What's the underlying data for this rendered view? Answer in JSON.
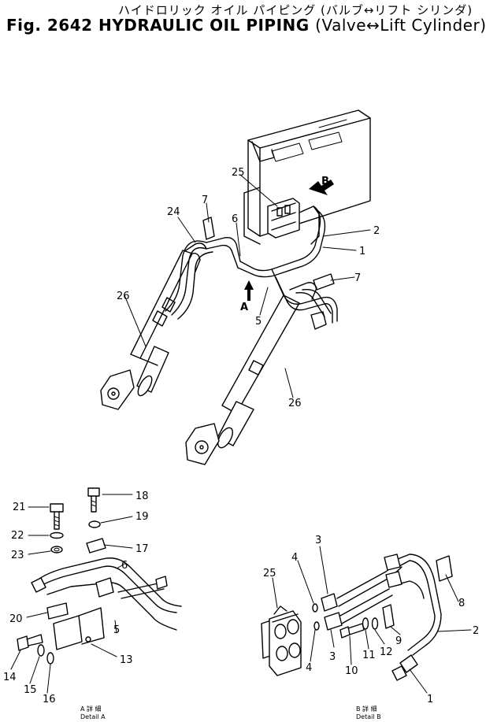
{
  "header": {
    "title_jp": "ハイドロリック オイル パイピング (バルブ↔リフト シリンダ)",
    "fig_label": "Fig. 2642",
    "title_en": "HYDRAULIC OIL PIPING",
    "title_en_sub": "(Valve↔Lift Cylinder)"
  },
  "main_view": {
    "callouts": [
      "25",
      "B",
      "7",
      "24",
      "6",
      "2",
      "1",
      "7",
      "A",
      "5",
      "26",
      "26"
    ]
  },
  "detail_a": {
    "callouts": [
      "21",
      "22",
      "23",
      "18",
      "19",
      "17",
      "6",
      "20",
      "5",
      "13",
      "14",
      "15",
      "16"
    ],
    "caption_jp": "A 詳 細",
    "caption_en": "Detail A"
  },
  "detail_b": {
    "callouts": [
      "3",
      "4",
      "25",
      "8",
      "2",
      "9",
      "12",
      "11",
      "3",
      "10",
      "4",
      "1"
    ],
    "caption_jp": "B 詳 細",
    "caption_en": "Detail B"
  }
}
